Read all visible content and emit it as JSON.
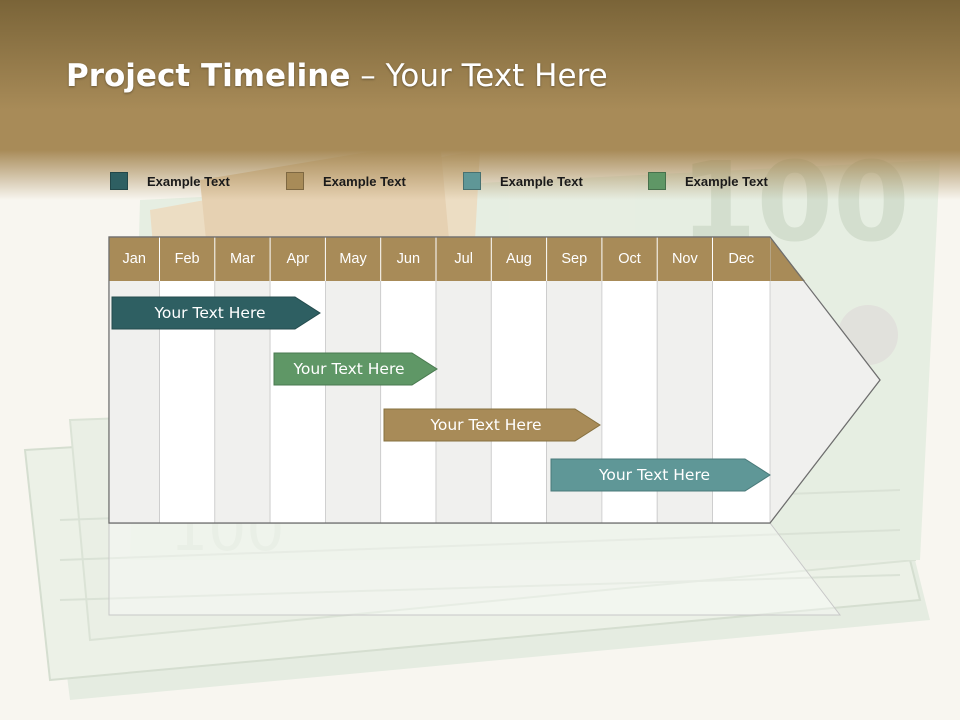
{
  "slide": {
    "title_bold": "Project Timeline",
    "title_rest": " – Your Text Here"
  },
  "legend": [
    {
      "label": "Example Text",
      "color": "#2e5f62"
    },
    {
      "label": "Example Text",
      "color": "#a88b58"
    },
    {
      "label": "Example Text",
      "color": "#5f9797"
    },
    {
      "label": "Example Text",
      "color": "#5f9766"
    }
  ],
  "months": [
    "Jan",
    "Feb",
    "Mar",
    "Apr",
    "May",
    "Jun",
    "Jul",
    "Aug",
    "Sep",
    "Oct",
    "Nov",
    "Dec"
  ],
  "tasks": [
    {
      "label": "Your  Text Here",
      "color": "#2e5f62"
    },
    {
      "label": "Your  Text Here",
      "color": "#5f9766"
    },
    {
      "label": "Your  Text Here",
      "color": "#a88b58"
    },
    {
      "label": "Your  Text Here",
      "color": "#5f9797"
    }
  ],
  "colors": {
    "header_band": "#a88b58",
    "month_header": "#a88b58",
    "grid_alt": "#f0f0ee"
  }
}
